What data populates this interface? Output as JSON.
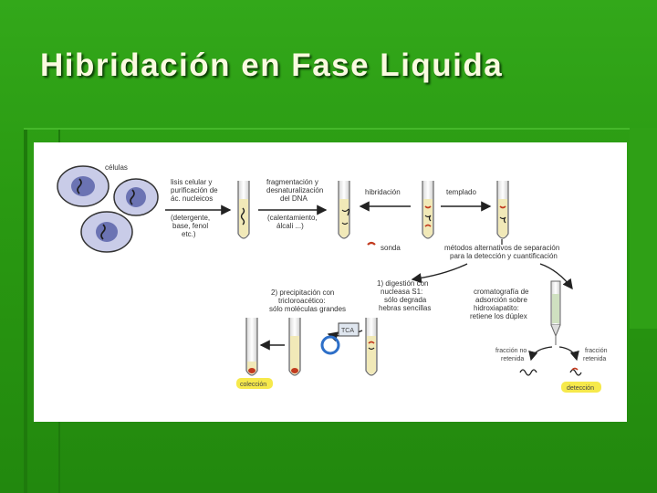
{
  "title": "Hibridación en Fase Liquida",
  "labels": {
    "cells": "células",
    "lysis": [
      "lisis celular y",
      "purificación de",
      "ác. nucleicos"
    ],
    "lysis_methods": [
      "(detergente,",
      "base, fenol",
      "etc.)"
    ],
    "fragmentation": [
      "fragmentación y",
      "desnaturalización",
      "del DNA"
    ],
    "fragmentation_methods": [
      "(calentamiento,",
      "álcali ...)"
    ],
    "hybridization": "hibridación",
    "annealing": "templado",
    "probe": "sonda",
    "alt_methods": [
      "métodos alternativos de separación",
      "para la detección y cuantificación"
    ],
    "digestion": [
      "1) digestión con",
      "nucleasa S1:",
      "sólo degrada",
      "hebras sencillas"
    ],
    "precipitation": [
      "2) precipitación con",
      "tricloroacético:",
      "sólo moléculas grandes"
    ],
    "chromatography": [
      "cromatografía de",
      "adsorción sobre",
      "hidroxiapatito:",
      "retiene los dúplex"
    ],
    "tca": "TCA",
    "retained": [
      "fracción no",
      "retenida"
    ],
    "eluted": [
      "fracción",
      "retenida"
    ],
    "collection": "colección",
    "detection": "detección"
  },
  "colors": {
    "background": "#2a9a12",
    "title": "#fafae0",
    "cell_fill": "#9aa2d6",
    "dna_strand": "#5a4a2a",
    "probe_red": "#c23a1e",
    "tube_liquid": "#f1e9b8",
    "tag_yellow": "#f6e94b"
  }
}
